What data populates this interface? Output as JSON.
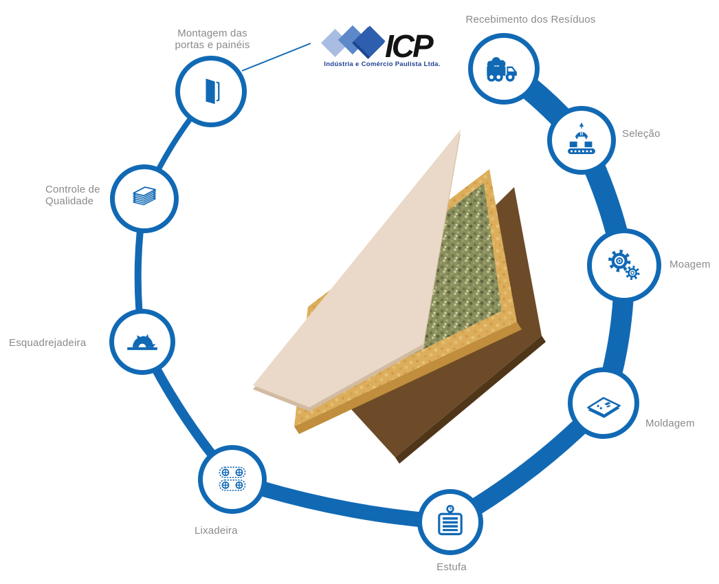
{
  "logo": {
    "name": "ICP",
    "tagline": "Indústria e Comércio Paulista Ltda.",
    "diamond_colors": [
      "#a9bce1",
      "#5d88ca",
      "#2e5fae"
    ],
    "name_color": "#131313",
    "tagline_color": "#1e4191"
  },
  "diagram": {
    "accent_color": "#1169b4",
    "label_color": "#8a8a8a",
    "stages": [
      {
        "id": "recebimento",
        "label": "Recebimento dos Resíduos",
        "icon": "truck-icon"
      },
      {
        "id": "selecao",
        "label": "Seleção",
        "icon": "grabber-conveyor-icon"
      },
      {
        "id": "moagem",
        "label": "Moagem",
        "icon": "gears-icon"
      },
      {
        "id": "moldagem",
        "label": "Moldagem",
        "icon": "mold-tray-icon"
      },
      {
        "id": "estufa",
        "label": "Estufa",
        "icon": "oven-icon"
      },
      {
        "id": "lixadeira",
        "label": "Lixadeira",
        "icon": "sander-belts-icon"
      },
      {
        "id": "esquadrejadeira",
        "label": "Esquadrejadeira",
        "icon": "circular-saw-icon"
      },
      {
        "id": "controle",
        "label": "Controle de Qualidade",
        "icon": "stacked-panels-icon"
      },
      {
        "id": "montagem",
        "label": "Montagem das portas e painéis",
        "icon": "door-icon"
      }
    ]
  },
  "center_illustration": {
    "subject": "exploded layered door panel",
    "layer_colors": {
      "top_sheet": "#ead9c8",
      "core_frame": "#dcae5c",
      "core_fill": "#8a8f5e",
      "back_sheet": "#6d4b28"
    }
  }
}
